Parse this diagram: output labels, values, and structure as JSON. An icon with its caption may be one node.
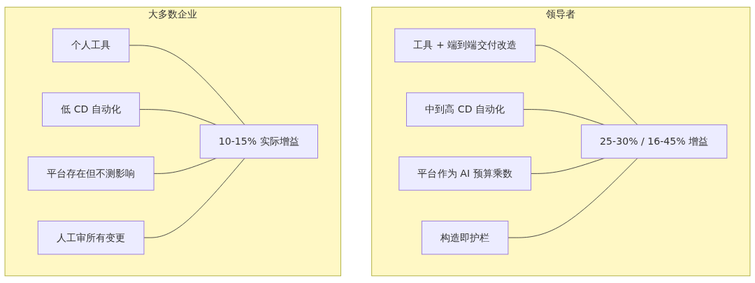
{
  "diagram": {
    "nodes": [
      {
        "text": [
          "领导者"
        ]
      },
      {
        "text": [
          "工具 + 端到端交付改造"
        ],
        "in": 0
      },
      {
        "text": [
          "中到高 CD 自动化"
        ],
        "in": 0
      },
      {
        "text": [
          "平台作为 AI 预算乘数"
        ],
        "in": 0
      },
      {
        "text": [
          "构造即护栏"
        ],
        "in": 0
      },
      {
        "text": [
          "25-30% / 16-45% 增益"
        ],
        "in": 0
      },
      {
        "text": [
          "大多数企业"
        ]
      },
      {
        "text": [
          "个人工具"
        ],
        "in": 6
      },
      {
        "text": [
          "低 CD 自动化"
        ],
        "in": 6
      },
      {
        "text": [
          "平台存在但不测影响"
        ],
        "in": 6
      },
      {
        "text": [
          "人工审所有变更"
        ],
        "in": 6
      },
      {
        "text": [
          "10-15% 实际增益"
        ],
        "in": 6
      }
    ],
    "edges": [
      {
        "from": 1,
        "to": 5,
        "arrow": "none"
      },
      {
        "from": 2,
        "to": 5,
        "arrow": "none"
      },
      {
        "from": 3,
        "to": 5,
        "arrow": "none"
      },
      {
        "from": 4,
        "to": 5,
        "arrow": "none"
      },
      {
        "from": 7,
        "to": 11,
        "arrow": "none"
      },
      {
        "from": 8,
        "to": 11,
        "arrow": "none"
      },
      {
        "from": 9,
        "to": 11,
        "arrow": "none"
      },
      {
        "from": 10,
        "to": 11,
        "arrow": "none"
      }
    ]
  }
}
